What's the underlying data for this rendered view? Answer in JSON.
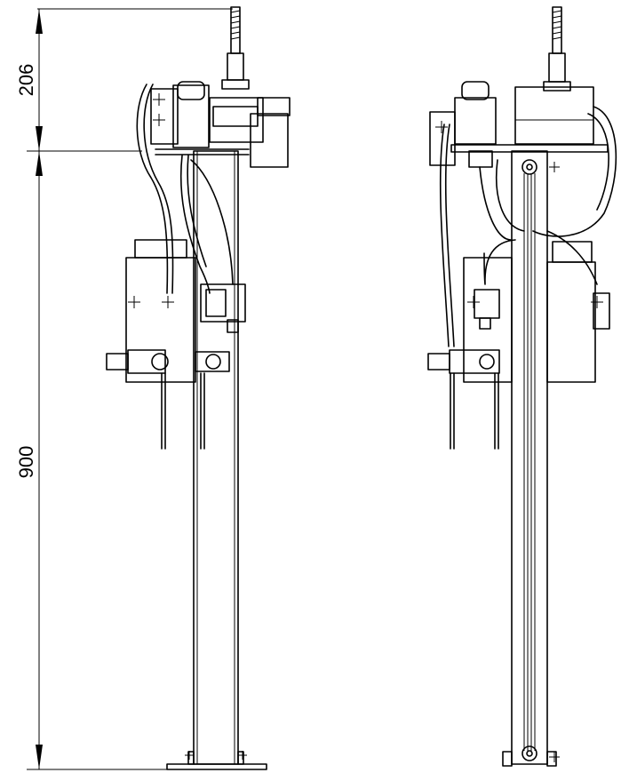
{
  "dimensions": {
    "top_height": "206",
    "column_height": "900"
  },
  "views": [
    "side-view",
    "front-view"
  ],
  "icons": [
    "dimension-arrow",
    "mounting-bolt-icon",
    "threaded-rod-icon"
  ]
}
